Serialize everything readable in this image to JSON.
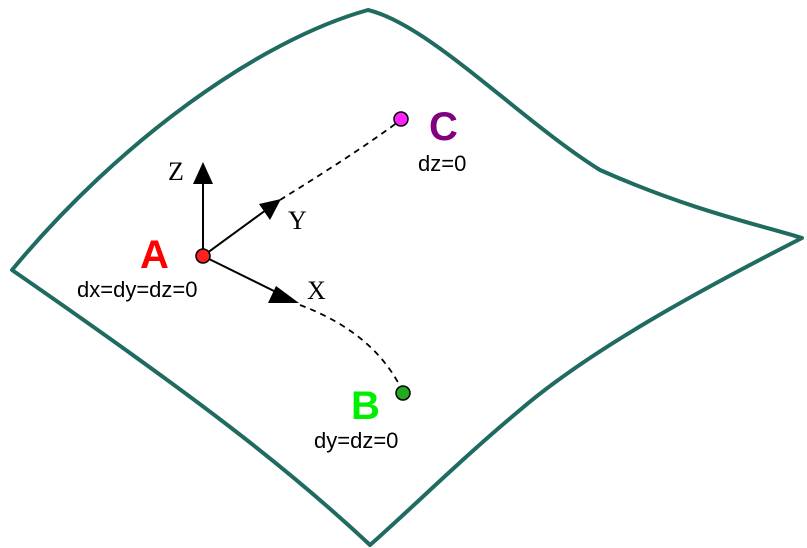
{
  "colors": {
    "surface_outline": "#1f6b60",
    "point_a": "#ff0000",
    "point_b": "#00dd00",
    "point_c": "#800080",
    "point_a_fill": "#ff2020",
    "point_b_fill": "#22aa22",
    "point_c_fill": "#ff22ff"
  },
  "axes": {
    "x_label": "X",
    "y_label": "Y",
    "z_label": "Z"
  },
  "points": {
    "a": {
      "name": "A",
      "constraint": "dx=dy=dz=0"
    },
    "b": {
      "name": "B",
      "constraint": "dy=dz=0"
    },
    "c": {
      "name": "C",
      "constraint": "dz=0"
    }
  }
}
